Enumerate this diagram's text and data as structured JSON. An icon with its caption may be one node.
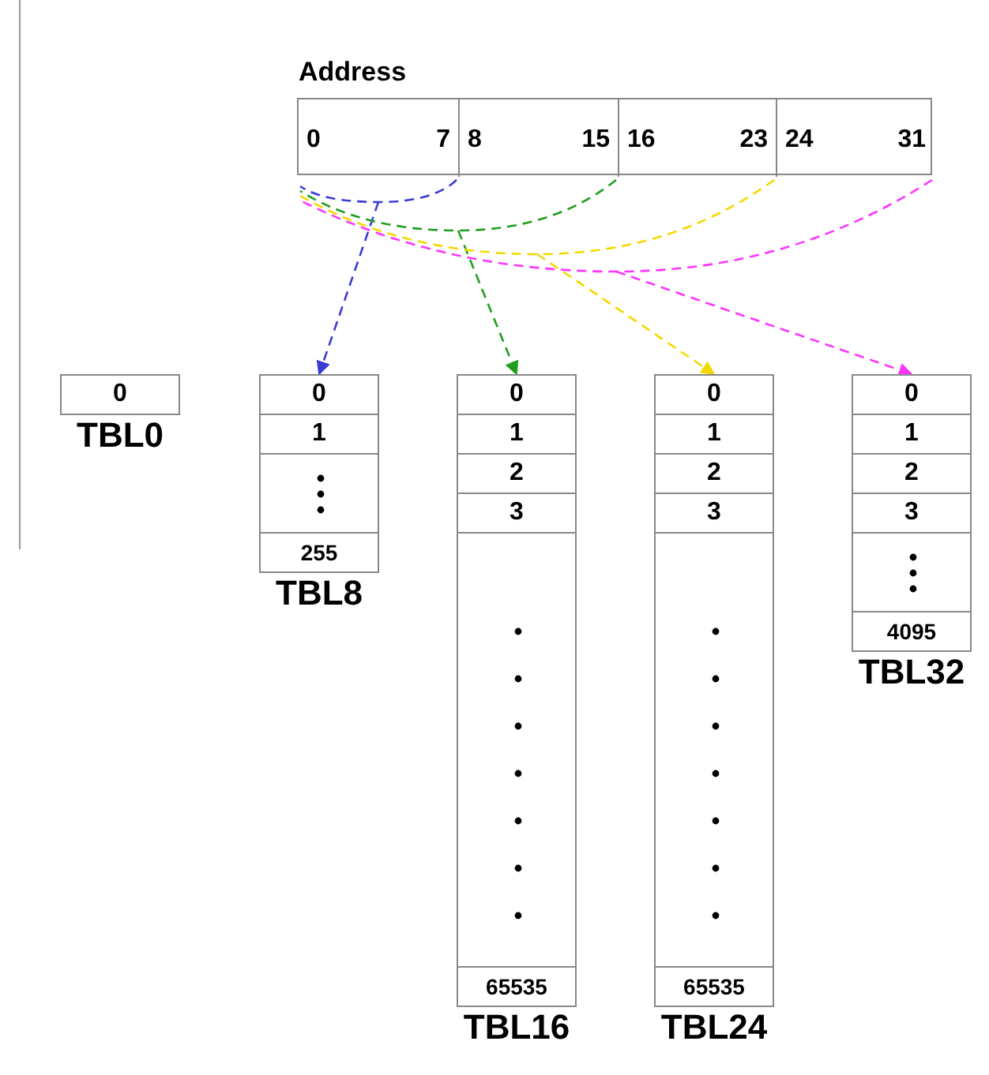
{
  "diagram": {
    "nodes": [
      {
        "text": [
          "Address"
        ]
      },
      {
        "text": [
          "0",
          "7"
        ],
        "in": 0
      },
      {
        "text": [
          "8",
          "15"
        ],
        "in": 0
      },
      {
        "text": [
          "16",
          "23"
        ],
        "in": 0
      },
      {
        "text": [
          "24",
          "31"
        ],
        "in": 0
      },
      {
        "text": [
          "TBL0"
        ]
      },
      {
        "text": [
          "0"
        ],
        "in": 5
      },
      {
        "text": [
          "TBL8"
        ]
      },
      {
        "text": [
          "0"
        ],
        "in": 7
      },
      {
        "text": [
          "1"
        ],
        "in": 7
      },
      {
        "text": [],
        "shape": "box",
        "in": 7
      },
      {
        "text": [
          "255"
        ],
        "in": 7
      },
      {
        "text": [
          "TBL16"
        ]
      },
      {
        "text": [
          "0"
        ],
        "in": 12
      },
      {
        "text": [
          "1"
        ],
        "in": 12
      },
      {
        "text": [
          "2"
        ],
        "in": 12
      },
      {
        "text": [
          "3"
        ],
        "in": 12
      },
      {
        "text": [],
        "shape": "box",
        "in": 12
      },
      {
        "text": [
          "65535"
        ],
        "in": 12
      },
      {
        "text": [
          "TBL24"
        ]
      },
      {
        "text": [
          "0"
        ],
        "in": 19
      },
      {
        "text": [
          "1"
        ],
        "in": 19
      },
      {
        "text": [
          "2"
        ],
        "in": 19
      },
      {
        "text": [
          "3"
        ],
        "in": 19
      },
      {
        "text": [],
        "shape": "box",
        "in": 19
      },
      {
        "text": [
          "65535"
        ],
        "in": 19
      },
      {
        "text": [
          "TBL32"
        ]
      },
      {
        "text": [
          "0"
        ],
        "in": 26
      },
      {
        "text": [
          "1"
        ],
        "in": 26
      },
      {
        "text": [
          "2"
        ],
        "in": 26
      },
      {
        "text": [
          "3"
        ],
        "in": 26
      },
      {
        "text": [],
        "shape": "box",
        "in": 26
      },
      {
        "text": [
          "4095"
        ],
        "in": 26
      }
    ],
    "edges": [
      {
        "from": 1,
        "to": 8,
        "arrow": "to",
        "style": "dashed",
        "color": "#3b3bd6"
      },
      {
        "from": 2,
        "to": 13,
        "arrow": "to",
        "style": "dashed",
        "color": "#1f9e1f"
      },
      {
        "from": 3,
        "to": 20,
        "arrow": "to",
        "style": "dashed",
        "color": "#f5d800"
      },
      {
        "from": 4,
        "to": 27,
        "arrow": "to",
        "style": "dashed",
        "color": "#ff33ff"
      }
    ]
  }
}
